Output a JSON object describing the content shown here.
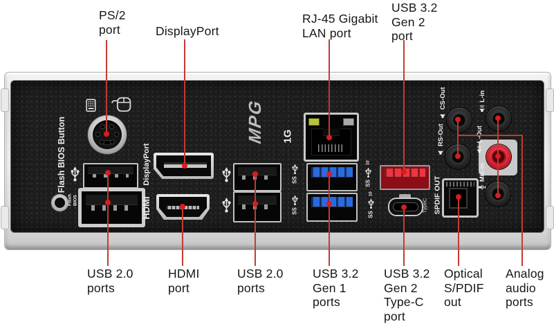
{
  "callouts": {
    "top": [
      {
        "text": "PS/2\nport"
      },
      {
        "text": "DisplayPort"
      },
      {
        "text": "RJ-45 Gigabit\nLAN port"
      },
      {
        "text": "USB 3.2\nGen 2\nport"
      }
    ],
    "bottom": [
      {
        "text": "USB 2.0\nports"
      },
      {
        "text": "HDMI\nport"
      },
      {
        "text": "USB 2.0\nports"
      },
      {
        "text": "USB 3.2\nGen 1\nports"
      },
      {
        "text": "USB 3.2\nGen 2\nType-C\nport"
      },
      {
        "text": "Optical\nS/PDIF\nout"
      },
      {
        "text": "Analog\naudio\nports"
      }
    ]
  },
  "panel": {
    "flash_bios_button_label": "Flash BIOS Button",
    "flash_bios_small_label": "Flash\nBIOS",
    "displayport_label": "DisplayPort",
    "hdmi_label": "HDMI",
    "logo": "MPG",
    "lan_speed_label": "1G",
    "ss_label": "SS",
    "gen2_speed_label": "10",
    "typec_label": "TypeC",
    "spdif_label": "SPDIF OUT",
    "audio": {
      "cs_out": "CS-Out",
      "l_in": "L-in",
      "rs_out": "RS-Out",
      "l_out": "L-Out",
      "mic_in": "Mic-in"
    }
  },
  "colors": {
    "callout_line": "#c23b33",
    "callout_dot": "#d81d1d",
    "panel_bg": "#1d1d1d",
    "bracket_bg": "#ececec",
    "usb3_gen1_blue": "#2b6ade",
    "usb3_gen2_red": "#ef3540",
    "lan_led_green": "#b7c43c",
    "audio_line_out_red": "#d5212f"
  }
}
